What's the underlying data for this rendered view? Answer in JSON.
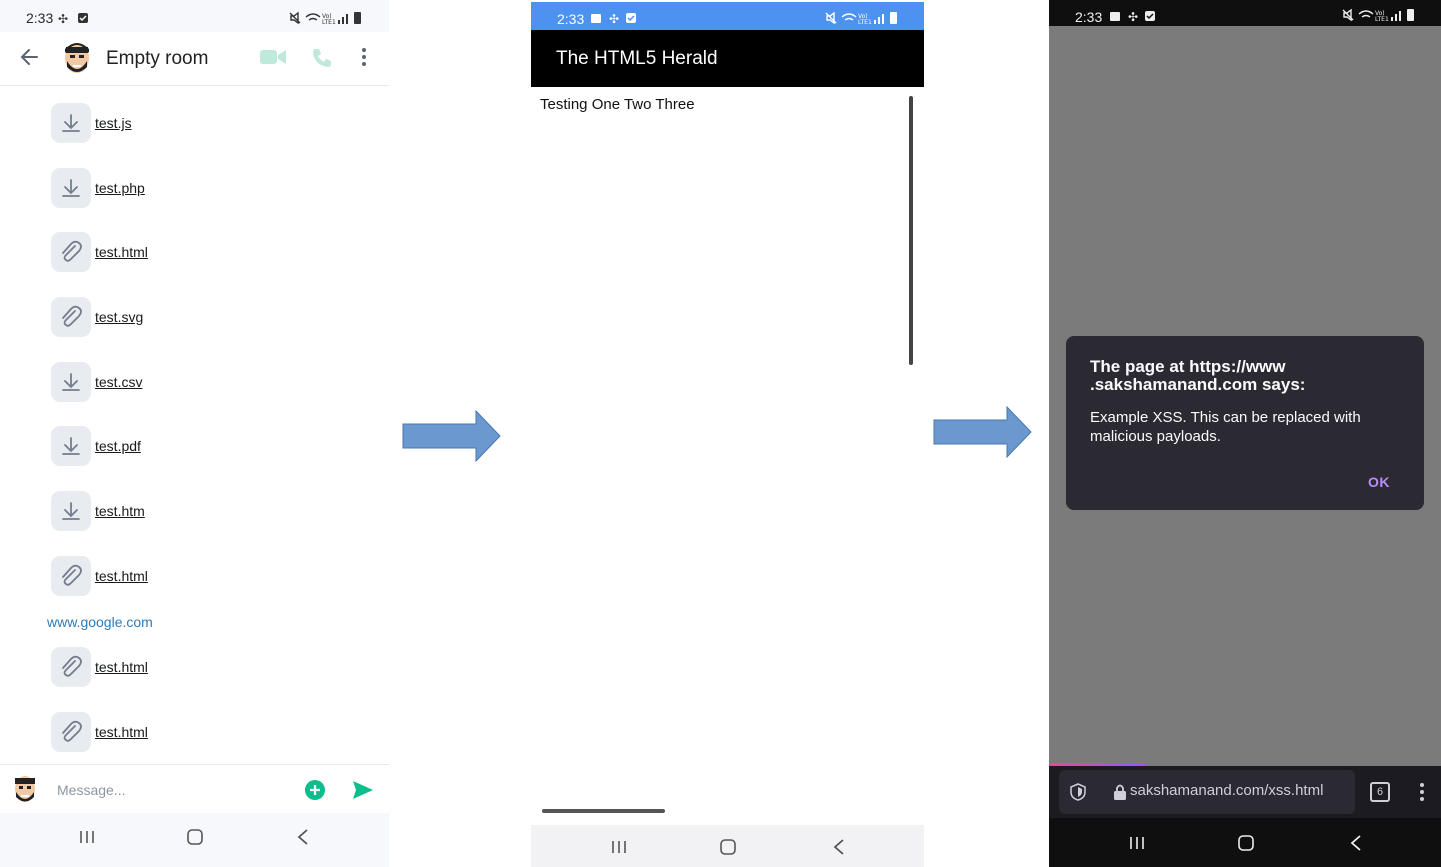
{
  "panel1": {
    "status_time": "2:33",
    "room_title": "Empty room",
    "files": [
      {
        "name": "test.js",
        "icon": "download-icon"
      },
      {
        "name": "test.php",
        "icon": "download-icon"
      },
      {
        "name": "test.html",
        "icon": "paperclip-icon"
      },
      {
        "name": "test.svg",
        "icon": "paperclip-icon"
      },
      {
        "name": "test.csv",
        "icon": "download-icon"
      },
      {
        "name": "test.pdf",
        "icon": "download-icon"
      },
      {
        "name": "test.htm",
        "icon": "download-icon"
      },
      {
        "name": "test.html",
        "icon": "paperclip-icon"
      }
    ],
    "link_text": "www.google.com",
    "files_after": [
      {
        "name": "test.html",
        "icon": "paperclip-icon"
      },
      {
        "name": "test.html",
        "icon": "paperclip-icon"
      }
    ],
    "composer_placeholder": "Message...",
    "colors": {
      "accent": "#0dbd8b"
    }
  },
  "panel2": {
    "status_time": "2:33",
    "app_title": "The HTML5 Herald",
    "body_text": "Testing One Two Three"
  },
  "panel3": {
    "status_time": "2:33",
    "dialog_title": "The page at https://www .sakshamanand.com says:",
    "dialog_message": "Example XSS. This can be replaced with malicious payloads.",
    "dialog_ok": "OK",
    "url": "sakshamanand.com/xss.html",
    "tab_count": "6"
  }
}
